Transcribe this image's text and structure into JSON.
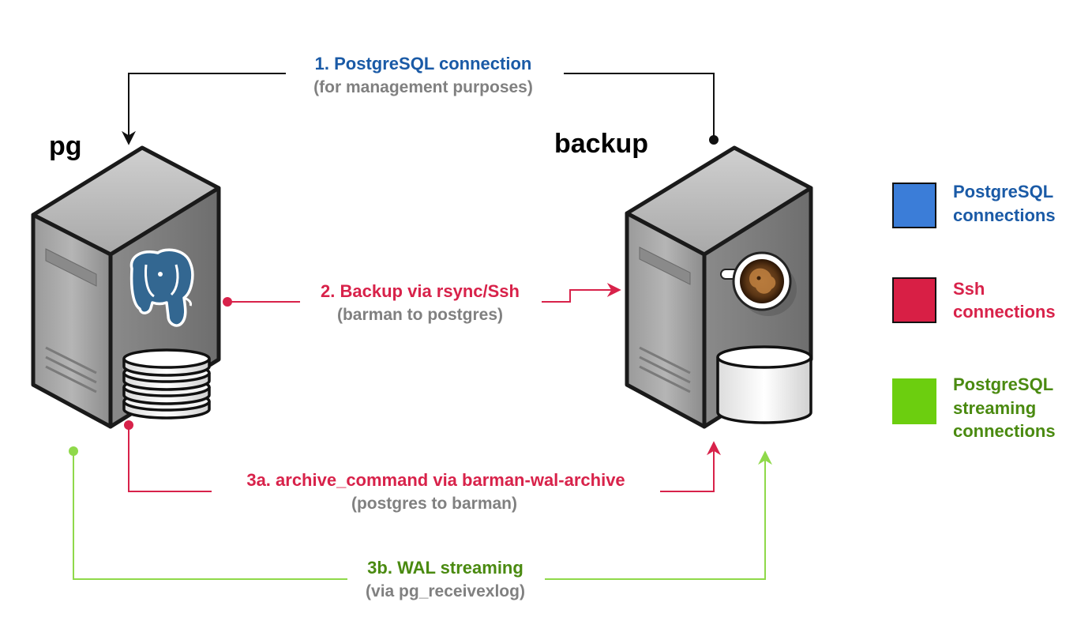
{
  "colors": {
    "postgres": "#1a5aa6",
    "ssh": "#d8224a",
    "streaming": "#4a8a10",
    "streaming_line": "#8fd94a",
    "sub_text": "#808080",
    "line_black": "#111111",
    "legend_blue": "#3b7dd8",
    "legend_red": "#d81f45",
    "legend_green": "#6cce0f"
  },
  "servers": {
    "pg": {
      "label": "pg",
      "icon": "postgresql-elephant-icon"
    },
    "backup": {
      "label": "backup",
      "icon": "barman-coffee-icon"
    }
  },
  "connections": {
    "c1": {
      "main": "1. PostgreSQL connection",
      "sub": "(for management purposes)"
    },
    "c2": {
      "main": "2. Backup via rsync/Ssh",
      "sub": "(barman to postgres)"
    },
    "c3a": {
      "main": "3a. archive_command via barman-wal-archive",
      "sub": "(postgres to barman)"
    },
    "c3b": {
      "main": "3b. WAL streaming",
      "sub": "(via pg_receivexlog)"
    }
  },
  "legend": [
    {
      "lines": [
        "PostgreSQL",
        "connections"
      ]
    },
    {
      "lines": [
        "Ssh",
        "connections"
      ]
    },
    {
      "lines": [
        "PostgreSQL",
        "streaming",
        "connections"
      ]
    }
  ]
}
